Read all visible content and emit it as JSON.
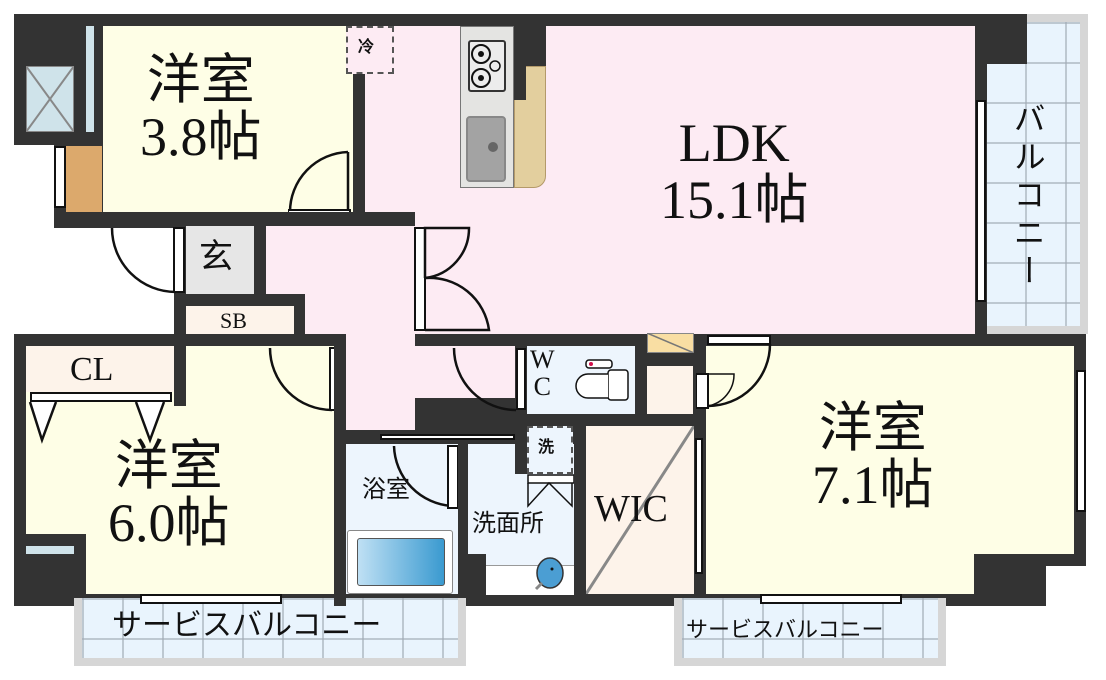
{
  "floorplan": {
    "rooms": {
      "western_room_1": {
        "name": "洋室",
        "size": "3.8帖"
      },
      "ldk": {
        "name": "LDK",
        "size": "15.1帖"
      },
      "western_room_2": {
        "name": "洋室",
        "size": "6.0帖"
      },
      "western_room_3": {
        "name": "洋室",
        "size": "7.1帖"
      },
      "entrance": {
        "name": "玄"
      },
      "shoe_box": {
        "name": "SB"
      },
      "closet": {
        "name": "CL"
      },
      "toilet": {
        "name_line1": "W",
        "name_line2": "C"
      },
      "bathroom": {
        "name": "浴室"
      },
      "washroom": {
        "name": "洗面所"
      },
      "walk_in_closet": {
        "name": "WIC"
      },
      "laundry": {
        "name": "洗"
      },
      "fridge": {
        "name": "冷"
      }
    },
    "balconies": {
      "main": {
        "name": "バルコニー"
      },
      "service_left": {
        "name": "サービスバルコニー"
      },
      "service_right": {
        "name": "サービスバルコニー"
      }
    },
    "colors": {
      "wall": "#333333",
      "western_room": "#fefee6",
      "ldk": "#fdebf3",
      "wet_area": "#edf5fd",
      "storage": "#fdf3ea",
      "entrance": "#e6e6e6",
      "balcony": "#e9f4fd",
      "bathtub": "#3a9ad0"
    }
  }
}
